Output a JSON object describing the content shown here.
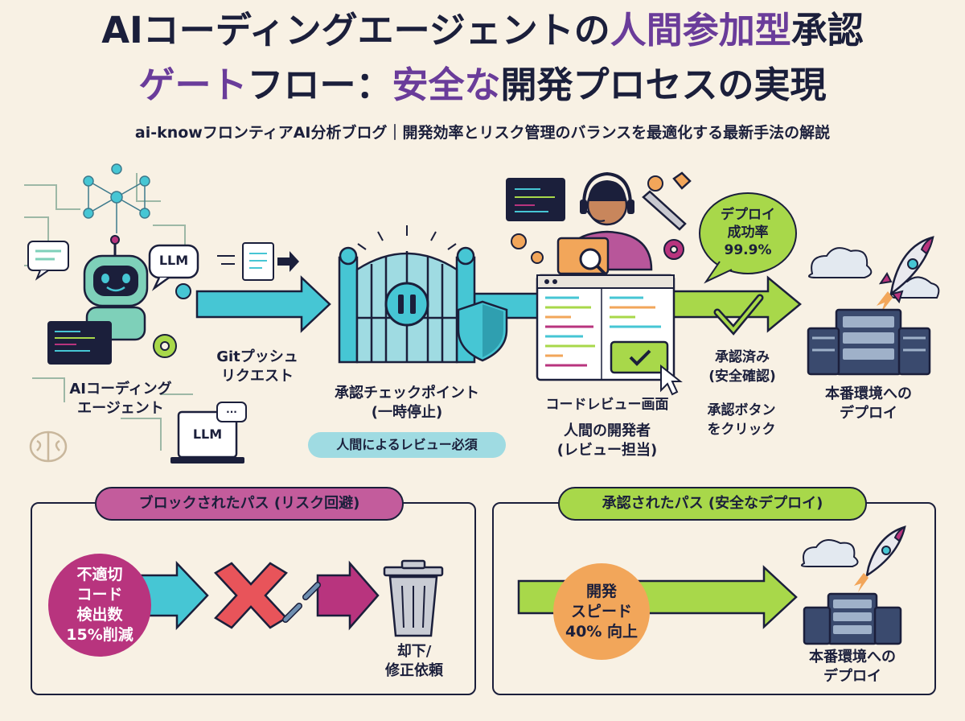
{
  "header": {
    "title_line1_a": "AIコーディングエージェントの",
    "title_line1_b": "人間参加型",
    "title_line1_c": "承認",
    "title_line2_a": "ゲート",
    "title_line2_b": "フロー：",
    "title_line2_c": "安全な",
    "title_line2_d": "開発プロセスの実現",
    "subtitle": "ai-knowフロンティアAI分析ブログ｜開発効率とリスク管理のバランスを最適化する最新手法の解説"
  },
  "flow": {
    "agent_icon_llm_bubble": "LLM",
    "agent_laptop_llm": "LLM",
    "agent_label_1": "AIコーディング",
    "agent_label_2": "エージェント",
    "push_label_1": "Gitプッシュ",
    "push_label_2": "リクエスト",
    "checkpoint_label_1": "承認チェックポイント",
    "checkpoint_label_2": "(一時停止)",
    "review_required": "人間によるレビュー必須",
    "code_review_screen": "コードレビュー画面",
    "developer_label_1": "人間の開発者",
    "developer_label_2": "(レビュー担当)",
    "approved_label_1": "承認済み",
    "approved_label_2": "(安全確認)",
    "click_label_1": "承認ボタン",
    "click_label_2": "をクリック",
    "success_1": "デプロイ",
    "success_2": "成功率",
    "success_3": "99.9%",
    "prod_label_1": "本番環境への",
    "prod_label_2": "デプロイ"
  },
  "blocked": {
    "title": "ブロックされたパス (リスク回避)",
    "stat_1": "不適切",
    "stat_2": "コード",
    "stat_3": "検出数",
    "stat_4": "15%削減",
    "result_1": "却下/",
    "result_2": "修正依頼"
  },
  "approved": {
    "title": "承認されたパス (安全なデプロイ)",
    "stat_1": "開発",
    "stat_2": "スピード",
    "stat_3": "40% 向上",
    "prod_label_1": "本番環境への",
    "prod_label_2": "デプロイ"
  },
  "colors": {
    "purple": "#6a3c9a",
    "teal": "#46c6d4",
    "green": "#a8d84a",
    "magenta": "#b8347e",
    "orange": "#f2a65a",
    "navy": "#1b1f3b"
  }
}
